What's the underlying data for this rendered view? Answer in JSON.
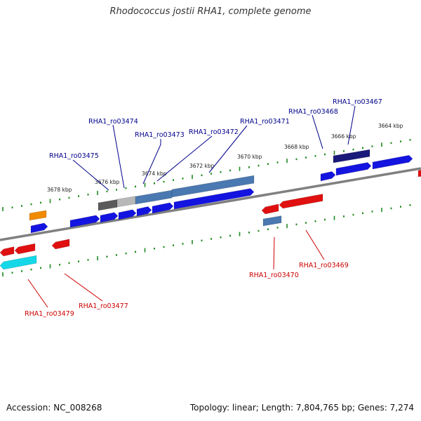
{
  "title": "Rhodococcus jostii RHA1, complete genome",
  "footer": {
    "accession": "Accession: NC_008268",
    "summary": "Topology: linear; Length: 7,804,765 bp; Genes: 7,274"
  },
  "scale_labels": [
    "3678 kbp",
    "3676 kbp",
    "3674 kbp",
    "3672 kbp",
    "3670 kbp",
    "3668 kbp",
    "3666 kbp",
    "3664 kbp"
  ],
  "colors": {
    "backbone": "#808080",
    "tick": "#228b22",
    "forward_label": "#00008b",
    "reverse_label": "#cc0000",
    "blue": "#1414e0",
    "steel": "#4a78b0",
    "red": "#e01010",
    "cyan": "#14d8e8",
    "orange": "#f08a00",
    "navy": "#1a1a7a",
    "gray": "#5a5a5a",
    "lightgray": "#b8b8b8"
  },
  "gene_labels_forward": [
    "RHA1_ro03474",
    "RHA1_ro03473",
    "RHA1_ro03472",
    "RHA1_ro03471",
    "RHA1_ro03468",
    "RHA1_ro03467",
    "RHA1_ro03475"
  ],
  "gene_labels_reverse": [
    "RHA1_ro03470",
    "RHA1_ro03469",
    "RHA1_ro03477",
    "RHA1_ro03479"
  ]
}
